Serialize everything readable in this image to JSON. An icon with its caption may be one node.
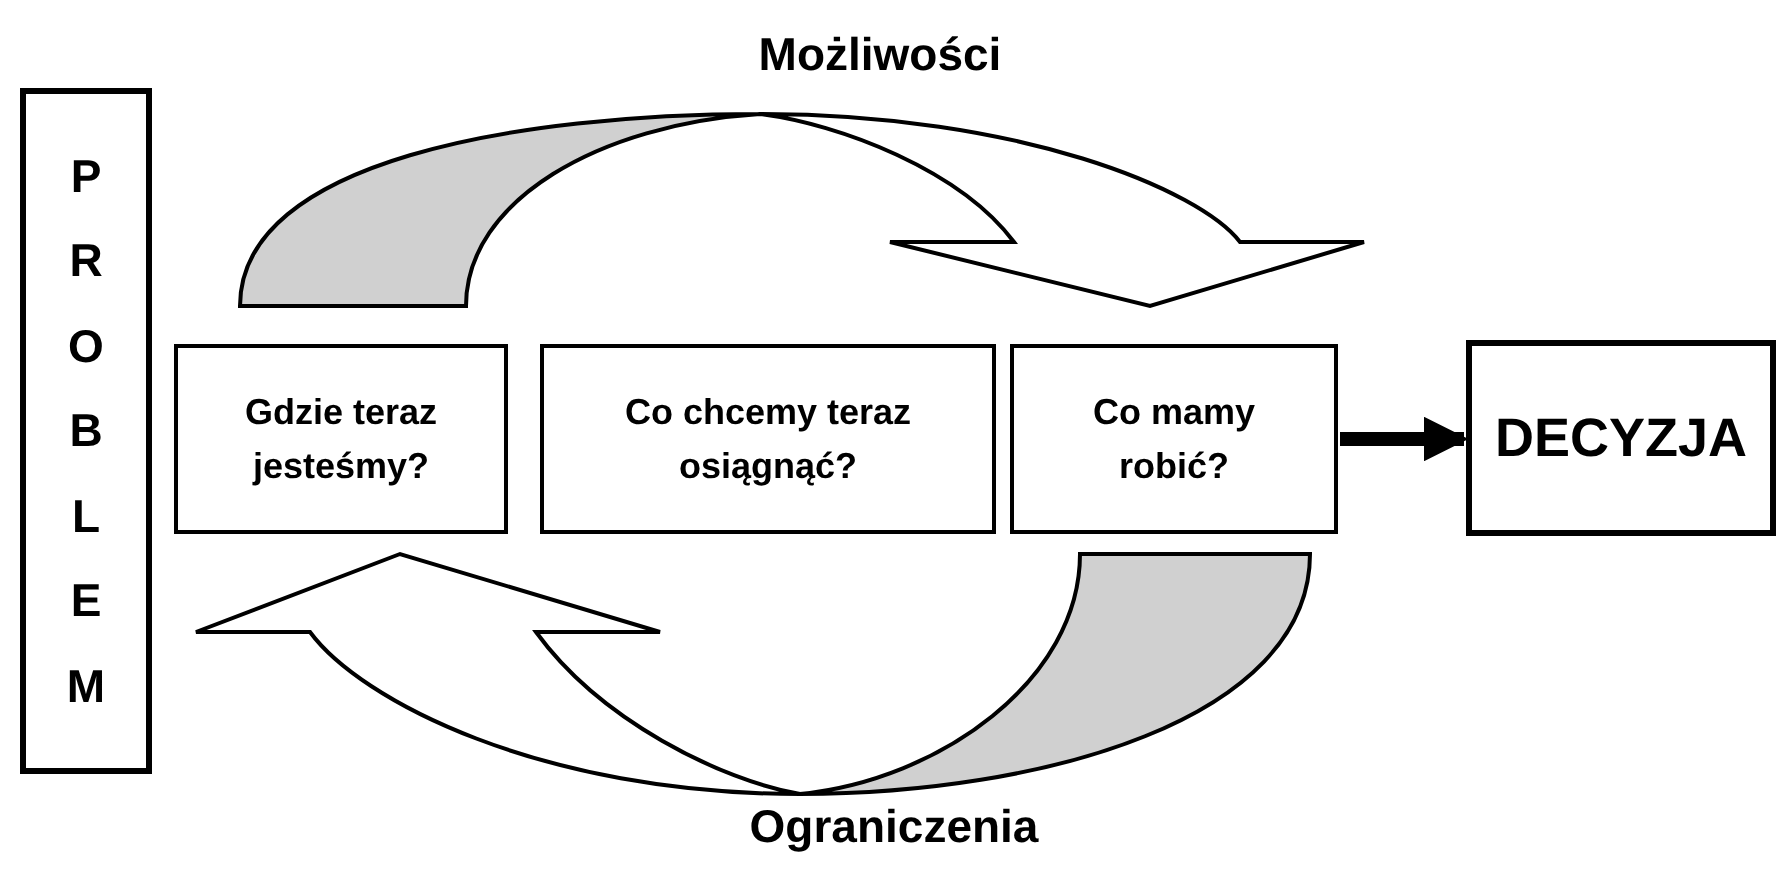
{
  "diagram": {
    "nodes": [
      {
        "text": [
          "PROBLEM"
        ]
      },
      {
        "text": [
          "Gdzie teraz jesteśmy?"
        ]
      },
      {
        "text": [
          "Co chcemy teraz osiągnąć?"
        ]
      },
      {
        "text": [
          "Co mamy robić?"
        ]
      },
      {
        "text": [
          "DECYZJA"
        ]
      }
    ],
    "edges": [
      {
        "from": 1,
        "to": 3,
        "arrow": "to",
        "style": "thick"
      },
      {
        "from": 3,
        "to": 1,
        "arrow": "to",
        "style": "thick"
      },
      {
        "from": 3,
        "to": 4,
        "arrow": "to"
      }
    ],
    "labels": [
      "Możliwości",
      "Ograniczenia"
    ]
  }
}
